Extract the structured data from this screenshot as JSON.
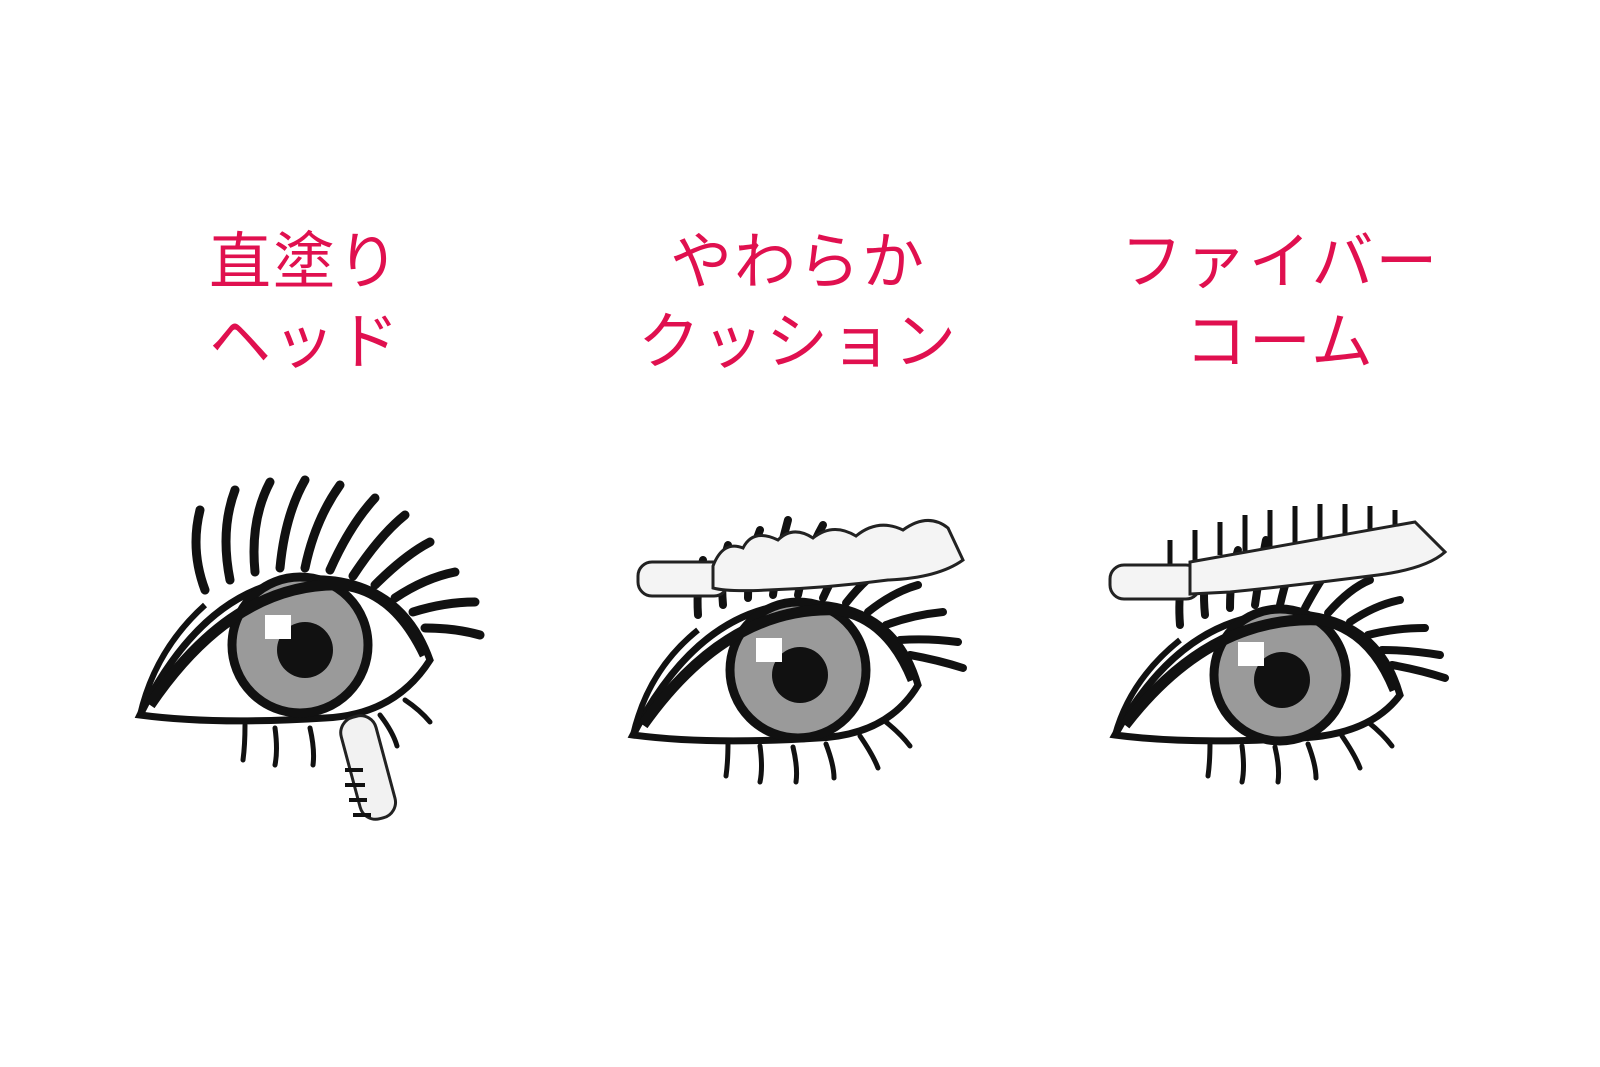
{
  "accent_color": "#e0104f",
  "panels": [
    {
      "label_line1": "直塗り",
      "label_line2": "ヘッド",
      "brush_position": "lower-lashes"
    },
    {
      "label_line1": "やわらか",
      "label_line2": "クッション",
      "brush_position": "upper-lashes"
    },
    {
      "label_line1": "ファイバー",
      "label_line2": "コーム",
      "brush_position": "upper-lashes"
    }
  ]
}
